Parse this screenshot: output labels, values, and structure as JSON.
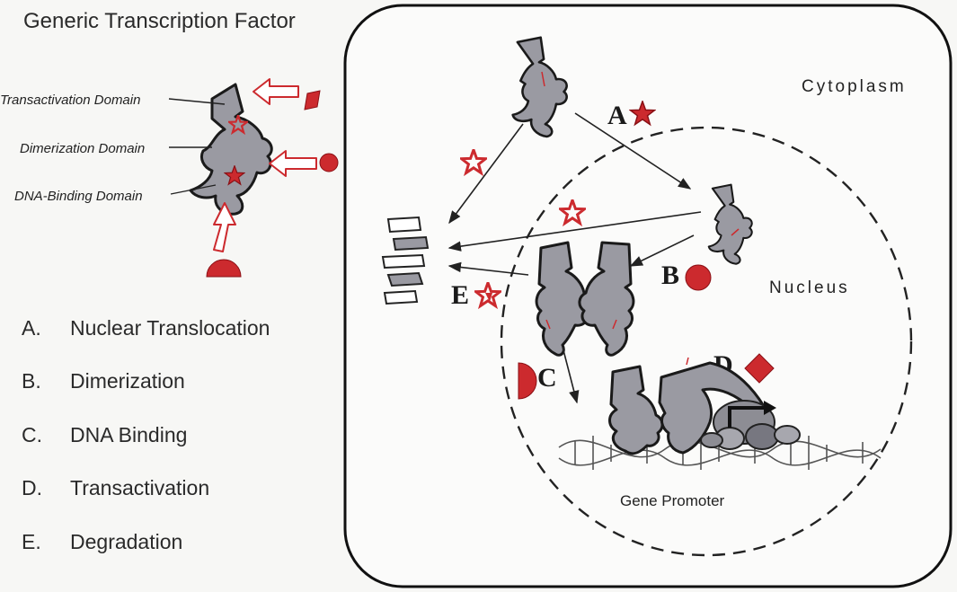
{
  "title": "Generic Transcription Factor",
  "domains": {
    "transactivation": "Transactivation Domain",
    "dimerization": "Dimerization Domain",
    "dna_binding": "DNA-Binding Domain"
  },
  "regions": {
    "cytoplasm": "Cytoplasm",
    "nucleus": "Nucleus"
  },
  "steps": {
    "a": "A",
    "b": "B",
    "c": "C",
    "d": "D",
    "e": "E"
  },
  "promoter_label": "Gene Promoter",
  "legend": [
    {
      "letter": "A.",
      "text": "Nuclear Translocation"
    },
    {
      "letter": "B.",
      "text": "Dimerization"
    },
    {
      "letter": "C.",
      "text": "DNA Binding"
    },
    {
      "letter": "D.",
      "text": "Transactivation"
    },
    {
      "letter": "E.",
      "text": "Degradation"
    }
  ],
  "colors": {
    "ligand_red": "#cc2a2e",
    "protein_gray": "#9a9aa2",
    "outline": "#1a1a1a"
  }
}
